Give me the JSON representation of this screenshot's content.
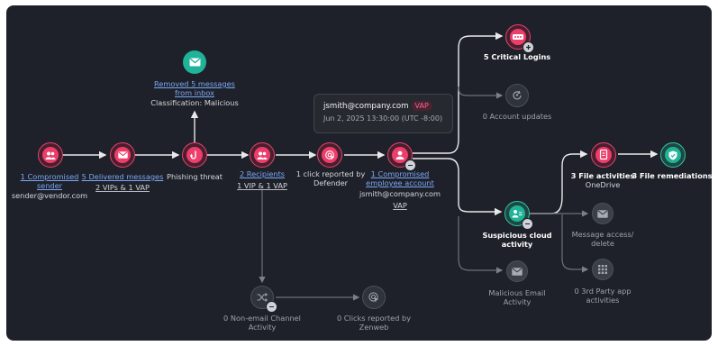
{
  "colors": {
    "background": "#1e2129",
    "accent_red": "#ec3d6b",
    "accent_teal": "#1fb39a",
    "link": "#7aa7f4"
  },
  "removed": {
    "line1": "Removed 5 messages",
    "line2": "from inbox",
    "classification_prefix": "Classification:",
    "classification_value": "Malicious",
    "icon": "mail-icon"
  },
  "compromised_sender": {
    "line1": "1 Compromised",
    "line2": "sender",
    "sub": "sender@vendor.com",
    "icon": "users-icon"
  },
  "delivered": {
    "label": "5 Delivered messages",
    "sub": "2 VIPs & 1 VAP",
    "icon": "mail-icon"
  },
  "phishing": {
    "label": "Phishing threat",
    "icon": "phishing-hook-icon"
  },
  "recipients": {
    "label": "2 Recipients",
    "sub": "1 VIP & 1 VAP",
    "icon": "users-icon"
  },
  "reported": {
    "line1": "1 click reported by",
    "line2": "Defender",
    "icon": "target-click-icon"
  },
  "employee": {
    "line1": "1 Compromised",
    "line2": "employee account",
    "sub": "jsmith@company.com",
    "tag": "VAP",
    "icon": "user-icon"
  },
  "tooltip": {
    "email": "jsmith@company.com",
    "tag": "VAP",
    "date": "Jun 2, 2025 13:30:00 (UTC -8:00)"
  },
  "critical_logins": {
    "label": "5 Critical Logins",
    "icon": "password-dots-icon"
  },
  "account_updates": {
    "label": "0 Account updates",
    "icon": "account-sync-icon"
  },
  "suspicious_cloud": {
    "line1": "Suspicious cloud",
    "line2": "activity",
    "icon": "cloud-user-icon"
  },
  "malicious_email": {
    "line1": "Malicious Email",
    "line2": "Activity",
    "icon": "mail-icon"
  },
  "file_activities": {
    "line1": "3 File activities",
    "line2": "OneDrive",
    "icon": "file-icon"
  },
  "file_remediations": {
    "label": "3 File remediations",
    "icon": "shield-check-icon"
  },
  "message_access": {
    "line1": "Message access/",
    "line2": "delete",
    "icon": "mail-icon"
  },
  "third_party": {
    "line1": "0 3rd Party app",
    "line2": "activities",
    "icon": "apps-grid-icon"
  },
  "non_email": {
    "line1": "0 Non-email Channel",
    "line2": "Activity",
    "icon": "shuffle-icon"
  },
  "zenweb": {
    "line1": "0 Clicks reported by",
    "line2": "Zenweb",
    "icon": "target-click-icon"
  }
}
